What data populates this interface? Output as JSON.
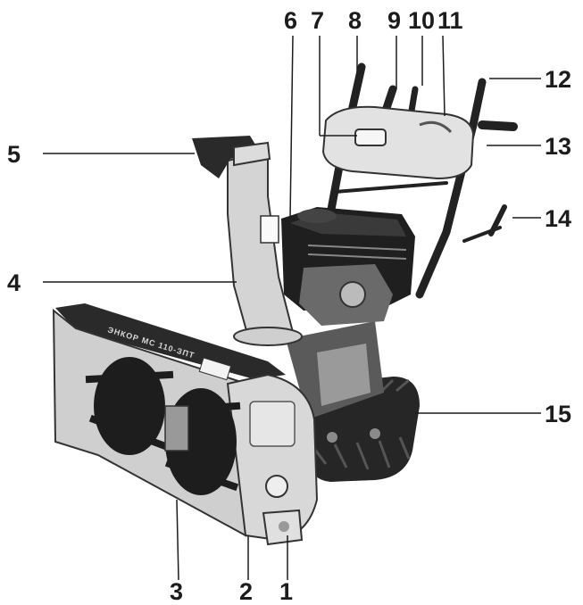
{
  "callouts": [
    {
      "id": "1",
      "label": "1"
    },
    {
      "id": "2",
      "label": "2"
    },
    {
      "id": "3",
      "label": "3"
    },
    {
      "id": "4",
      "label": "4"
    },
    {
      "id": "5",
      "label": "5"
    },
    {
      "id": "6",
      "label": "6"
    },
    {
      "id": "7",
      "label": "7"
    },
    {
      "id": "8",
      "label": "8"
    },
    {
      "id": "9",
      "label": "9"
    },
    {
      "id": "10",
      "label": "10"
    },
    {
      "id": "11",
      "label": "11"
    },
    {
      "id": "12",
      "label": "12"
    },
    {
      "id": "13",
      "label": "13"
    },
    {
      "id": "14",
      "label": "14"
    },
    {
      "id": "15",
      "label": "15"
    }
  ],
  "decal": {
    "model_text": "ЭНКОР МС 110-ЗПТ"
  },
  "colors": {
    "line": "#1c1c1c",
    "body": "#cfcfcf",
    "dark": "#222222",
    "mid": "#8a8a8a"
  }
}
